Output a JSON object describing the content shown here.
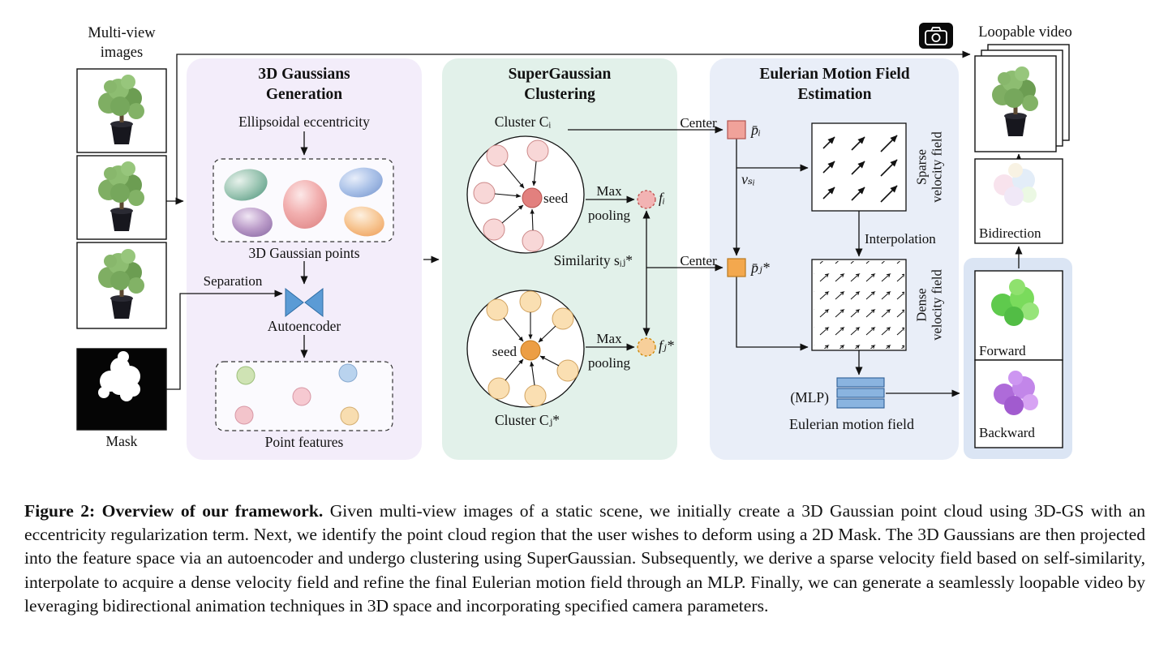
{
  "left_column": {
    "multiview_label": "Multi-view\nimages",
    "mask_label": "Mask"
  },
  "panel_gaussians": {
    "title": "3D Gaussians\nGeneration",
    "ellipsoidal_label": "Ellipsoidal eccentricity",
    "points_label": "3D Gaussian points",
    "separation_label": "Separation",
    "autoencoder_label": "Autoencoder",
    "features_label": "Point features"
  },
  "panel_clustering": {
    "title": "SuperGaussian\nClustering",
    "cluster_i_label": "Cluster Cᵢ",
    "cluster_j_label": "Cluster Cⱼ*",
    "seed_label_1": "seed",
    "seed_label_2": "seed",
    "max_pooling_1": "Max pooling",
    "max_pooling_2": "Max pooling",
    "f_i_label": "fᵢ",
    "f_j_label": "fⱼ*",
    "similarity_label": "Similarity sᵢⱼ*",
    "center_label_1": "Center",
    "center_label_2": "Center"
  },
  "panel_motion": {
    "title": "Eulerian Motion Field\nEstimation",
    "p_i_label": "p̄ᵢ",
    "v_label": "vₛᵢ",
    "p_j_label": "p̄ⱼ*",
    "sparse_field_label": "Sparse\nvelocity field",
    "interpolation_label": "Interpolation",
    "dense_field_label": "Dense\nvelocity field",
    "mlp_label": "(MLP)",
    "motion_field_label": "Eulerian motion field"
  },
  "output_column": {
    "loopable_label": "Loopable video",
    "bidirection_label": "Bidirection",
    "forward_label": "Forward",
    "backward_label": "Backward"
  },
  "caption": {
    "lead": "Figure 2: Overview of our framework.",
    "body": "Given multi-view images of a static scene, we initially create a 3D Gaussian point cloud using 3D-GS with an eccentricity regularization term. Next, we identify the point cloud region that the user wishes to deform using a 2D Mask. The 3D Gaussians are then projected into the feature space via an autoencoder and undergo clustering using SuperGaussian. Subsequently, we derive a sparse velocity field based on self-similarity, interpolate to acquire a dense velocity field and refine the final Eulerian motion field through an MLP. Finally, we can generate a seamlessly loopable video by leveraging bidirectional animation techniques in 3D space and incorporating specified camera parameters."
  },
  "colors": {
    "panel_gaussians_bg": "#f3edfa",
    "panel_clustering_bg": "#e2f1ea",
    "panel_motion_bg": "#e9eef8",
    "panel_output_bg": "#dbe5f4",
    "cluster_i_fill": "#f8d7d7",
    "cluster_i_seed": "#e2807e",
    "cluster_j_fill": "#fadfb2",
    "cluster_j_seed": "#ec9e44",
    "mlp_fill": "#8ab4e0",
    "autoencoder_fill": "#5b9bd5"
  }
}
